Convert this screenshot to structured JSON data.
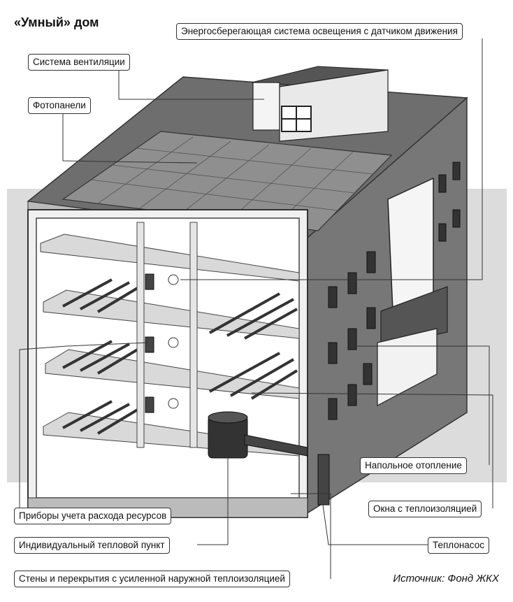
{
  "title": "«Умный» дом",
  "labels": {
    "lighting": "Энергосберегающая система освещения с датчиком движения",
    "ventilation": "Система вентиляции",
    "solar_panels": "Фотопанели",
    "floor_heating": "Напольное отопление",
    "insulated_windows": "Окна с теплоизоляцией",
    "meters": "Приборы учета расхода ресурсов",
    "heat_point": "Индивидуальный тепловой пункт",
    "heat_pump": "Теплонасос",
    "insulated_walls": "Стены и перекрытия с усиленной наружной теплоизоляцией"
  },
  "source": "Источник: Фонд ЖКХ"
}
